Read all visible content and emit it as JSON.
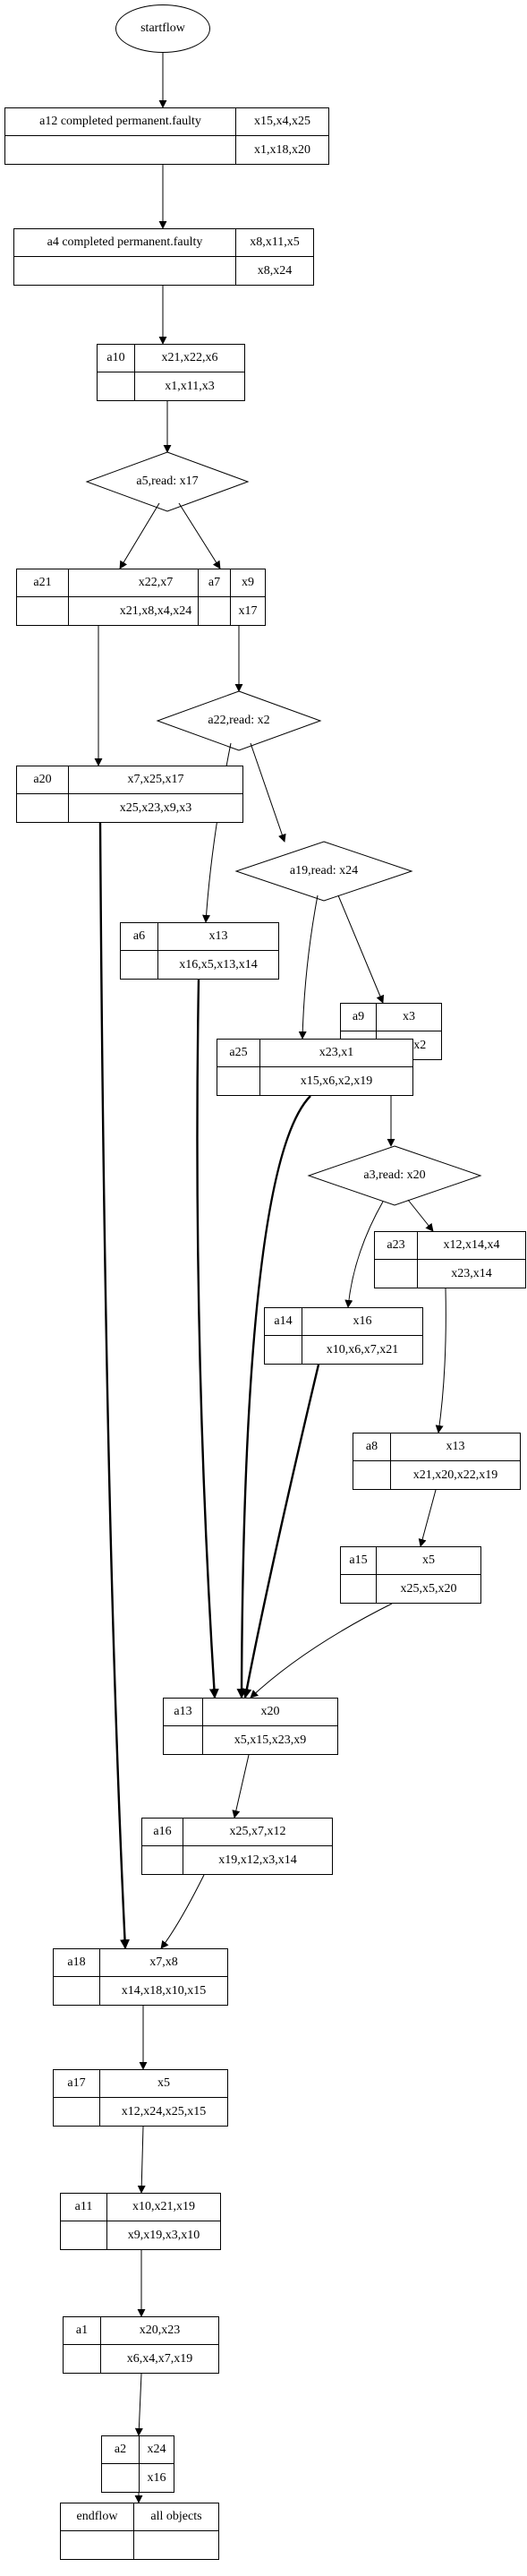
{
  "start": "startflow",
  "nodes": {
    "a12": {
      "id": "a12 completed permanent.faulty",
      "top": "x15,x4,x25",
      "bottom": "x1,x18,x20"
    },
    "a4": {
      "id": "a4 completed permanent.faulty",
      "top": "x8,x11,x5",
      "bottom": "x8,x24"
    },
    "a10": {
      "id": "a10",
      "top": "x21,x22,x6",
      "bottom": "x1,x11,x3"
    },
    "a21": {
      "id": "a21",
      "top": "x22,x7",
      "bottom": "x21,x8,x4,x24"
    },
    "a7": {
      "id": "a7",
      "top": "x9",
      "bottom": "x17"
    },
    "a20": {
      "id": "a20",
      "top": "x7,x25,x17",
      "bottom": "x25,x23,x9,x3"
    },
    "a6": {
      "id": "a6",
      "top": "x13",
      "bottom": "x16,x5,x13,x14"
    },
    "a9": {
      "id": "a9",
      "top": "x3",
      "bottom": "x12,x2"
    },
    "a25": {
      "id": "a25",
      "top": "x23,x1",
      "bottom": "x15,x6,x2,x19"
    },
    "a23": {
      "id": "a23",
      "top": "x12,x14,x4",
      "bottom": "x23,x14"
    },
    "a14": {
      "id": "a14",
      "top": "x16",
      "bottom": "x10,x6,x7,x21"
    },
    "a8": {
      "id": "a8",
      "top": "x13",
      "bottom": "x21,x20,x22,x19"
    },
    "a15": {
      "id": "a15",
      "top": "x5",
      "bottom": "x25,x5,x20"
    },
    "a13": {
      "id": "a13",
      "top": "x20",
      "bottom": "x5,x15,x23,x9"
    },
    "a16": {
      "id": "a16",
      "top": "x25,x7,x12",
      "bottom": "x19,x12,x3,x14"
    },
    "a18": {
      "id": "a18",
      "top": "x7,x8",
      "bottom": "x14,x18,x10,x15"
    },
    "a17": {
      "id": "a17",
      "top": "x5",
      "bottom": "x12,x24,x25,x15"
    },
    "a11": {
      "id": "a11",
      "top": "x10,x21,x19",
      "bottom": "x9,x19,x3,x10"
    },
    "a1": {
      "id": "a1",
      "top": "x20,x23",
      "bottom": "x6,x4,x7,x19"
    },
    "a2": {
      "id": "a2",
      "top": "x24",
      "bottom": "x16"
    }
  },
  "decisions": {
    "d5": "a5,read: x17",
    "d22": "a22,read: x2",
    "d19": "a19,read: x24",
    "d3": "a3,read: x20"
  },
  "end": {
    "id": "endflow",
    "label": "all objects"
  }
}
